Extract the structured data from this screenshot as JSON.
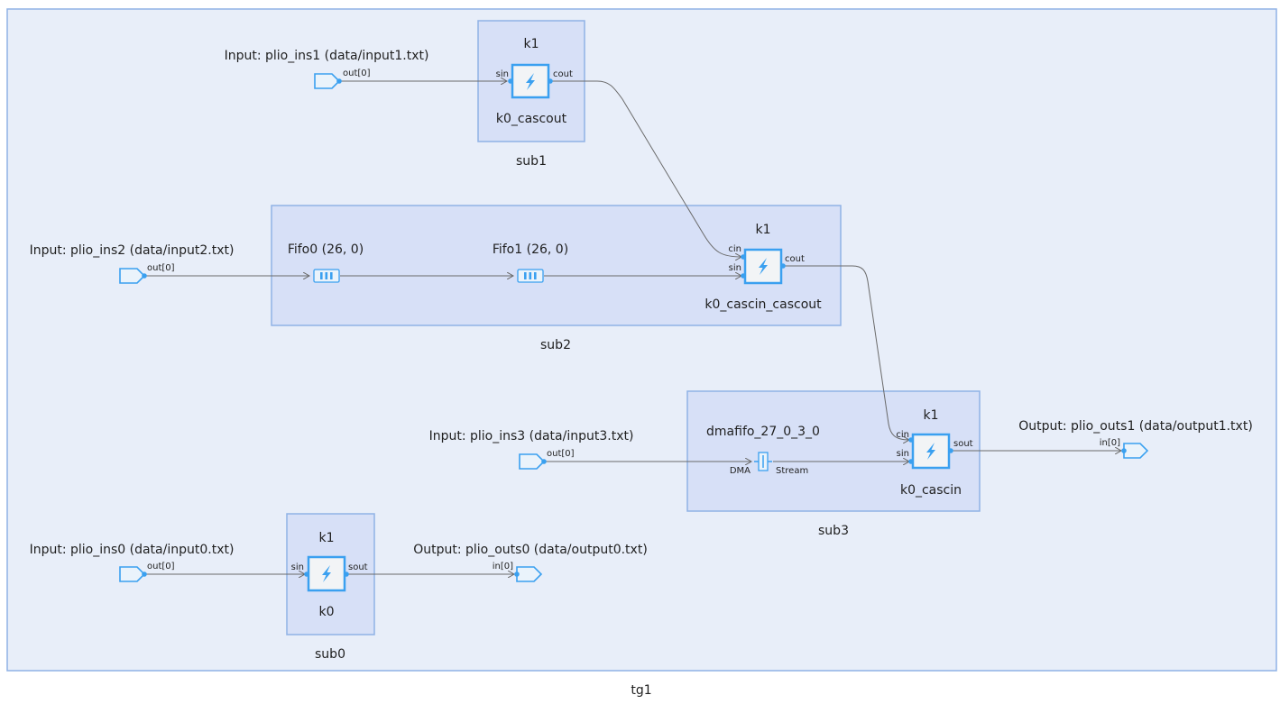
{
  "top": {
    "name": "tg1"
  },
  "subgraphs": [
    {
      "name": "sub1",
      "kernel_label": "k1",
      "kernel_name": "k0_cascout",
      "in_port": "sin",
      "out_port": "cout"
    },
    {
      "name": "sub2",
      "kernel_label": "k1",
      "kernel_name": "k0_cascin_cascout",
      "in_port_1": "cin",
      "in_port_2": "sin",
      "out_port": "cout",
      "fifos": [
        {
          "label": "Fifo0 (26, 0)"
        },
        {
          "label": "Fifo1 (26, 0)"
        }
      ]
    },
    {
      "name": "sub3",
      "kernel_label": "k1",
      "kernel_name": "k0_cascin",
      "in_port_1": "cin",
      "in_port_2": "sin",
      "out_port": "sout",
      "dmafifo": {
        "label": "dmafifo_27_0_3_0",
        "left_port": "DMA",
        "right_port": "Stream"
      }
    },
    {
      "name": "sub0",
      "kernel_label": "k1",
      "kernel_name": "k0",
      "in_port": "sin",
      "out_port": "sout"
    }
  ],
  "inputs": [
    {
      "label": "Input: plio_ins1 (data/input1.txt)",
      "port": "out[0]"
    },
    {
      "label": "Input: plio_ins2 (data/input2.txt)",
      "port": "out[0]"
    },
    {
      "label": "Input: plio_ins3 (data/input3.txt)",
      "port": "out[0]"
    },
    {
      "label": "Input: plio_ins0 (data/input0.txt)",
      "port": "out[0]"
    }
  ],
  "outputs": [
    {
      "label": "Output: plio_outs1 (data/output1.txt)",
      "port": "in[0]"
    },
    {
      "label": "Output: plio_outs0 (data/output0.txt)",
      "port": "in[0]"
    }
  ],
  "colors": {
    "outer_fill": "#e8eef9",
    "outer_stroke": "#8fb2e6",
    "sub_fill": "#d7e0f7",
    "sub_stroke": "#8fb2e6",
    "accent": "#3aa0f0",
    "wire": "#6a6a6a"
  },
  "icons": {
    "kernel": "lightning-bolt-icon",
    "fifo": "fifo-bars-icon",
    "dma": "dma-connector-icon",
    "plio": "plio-pentagon-icon"
  }
}
